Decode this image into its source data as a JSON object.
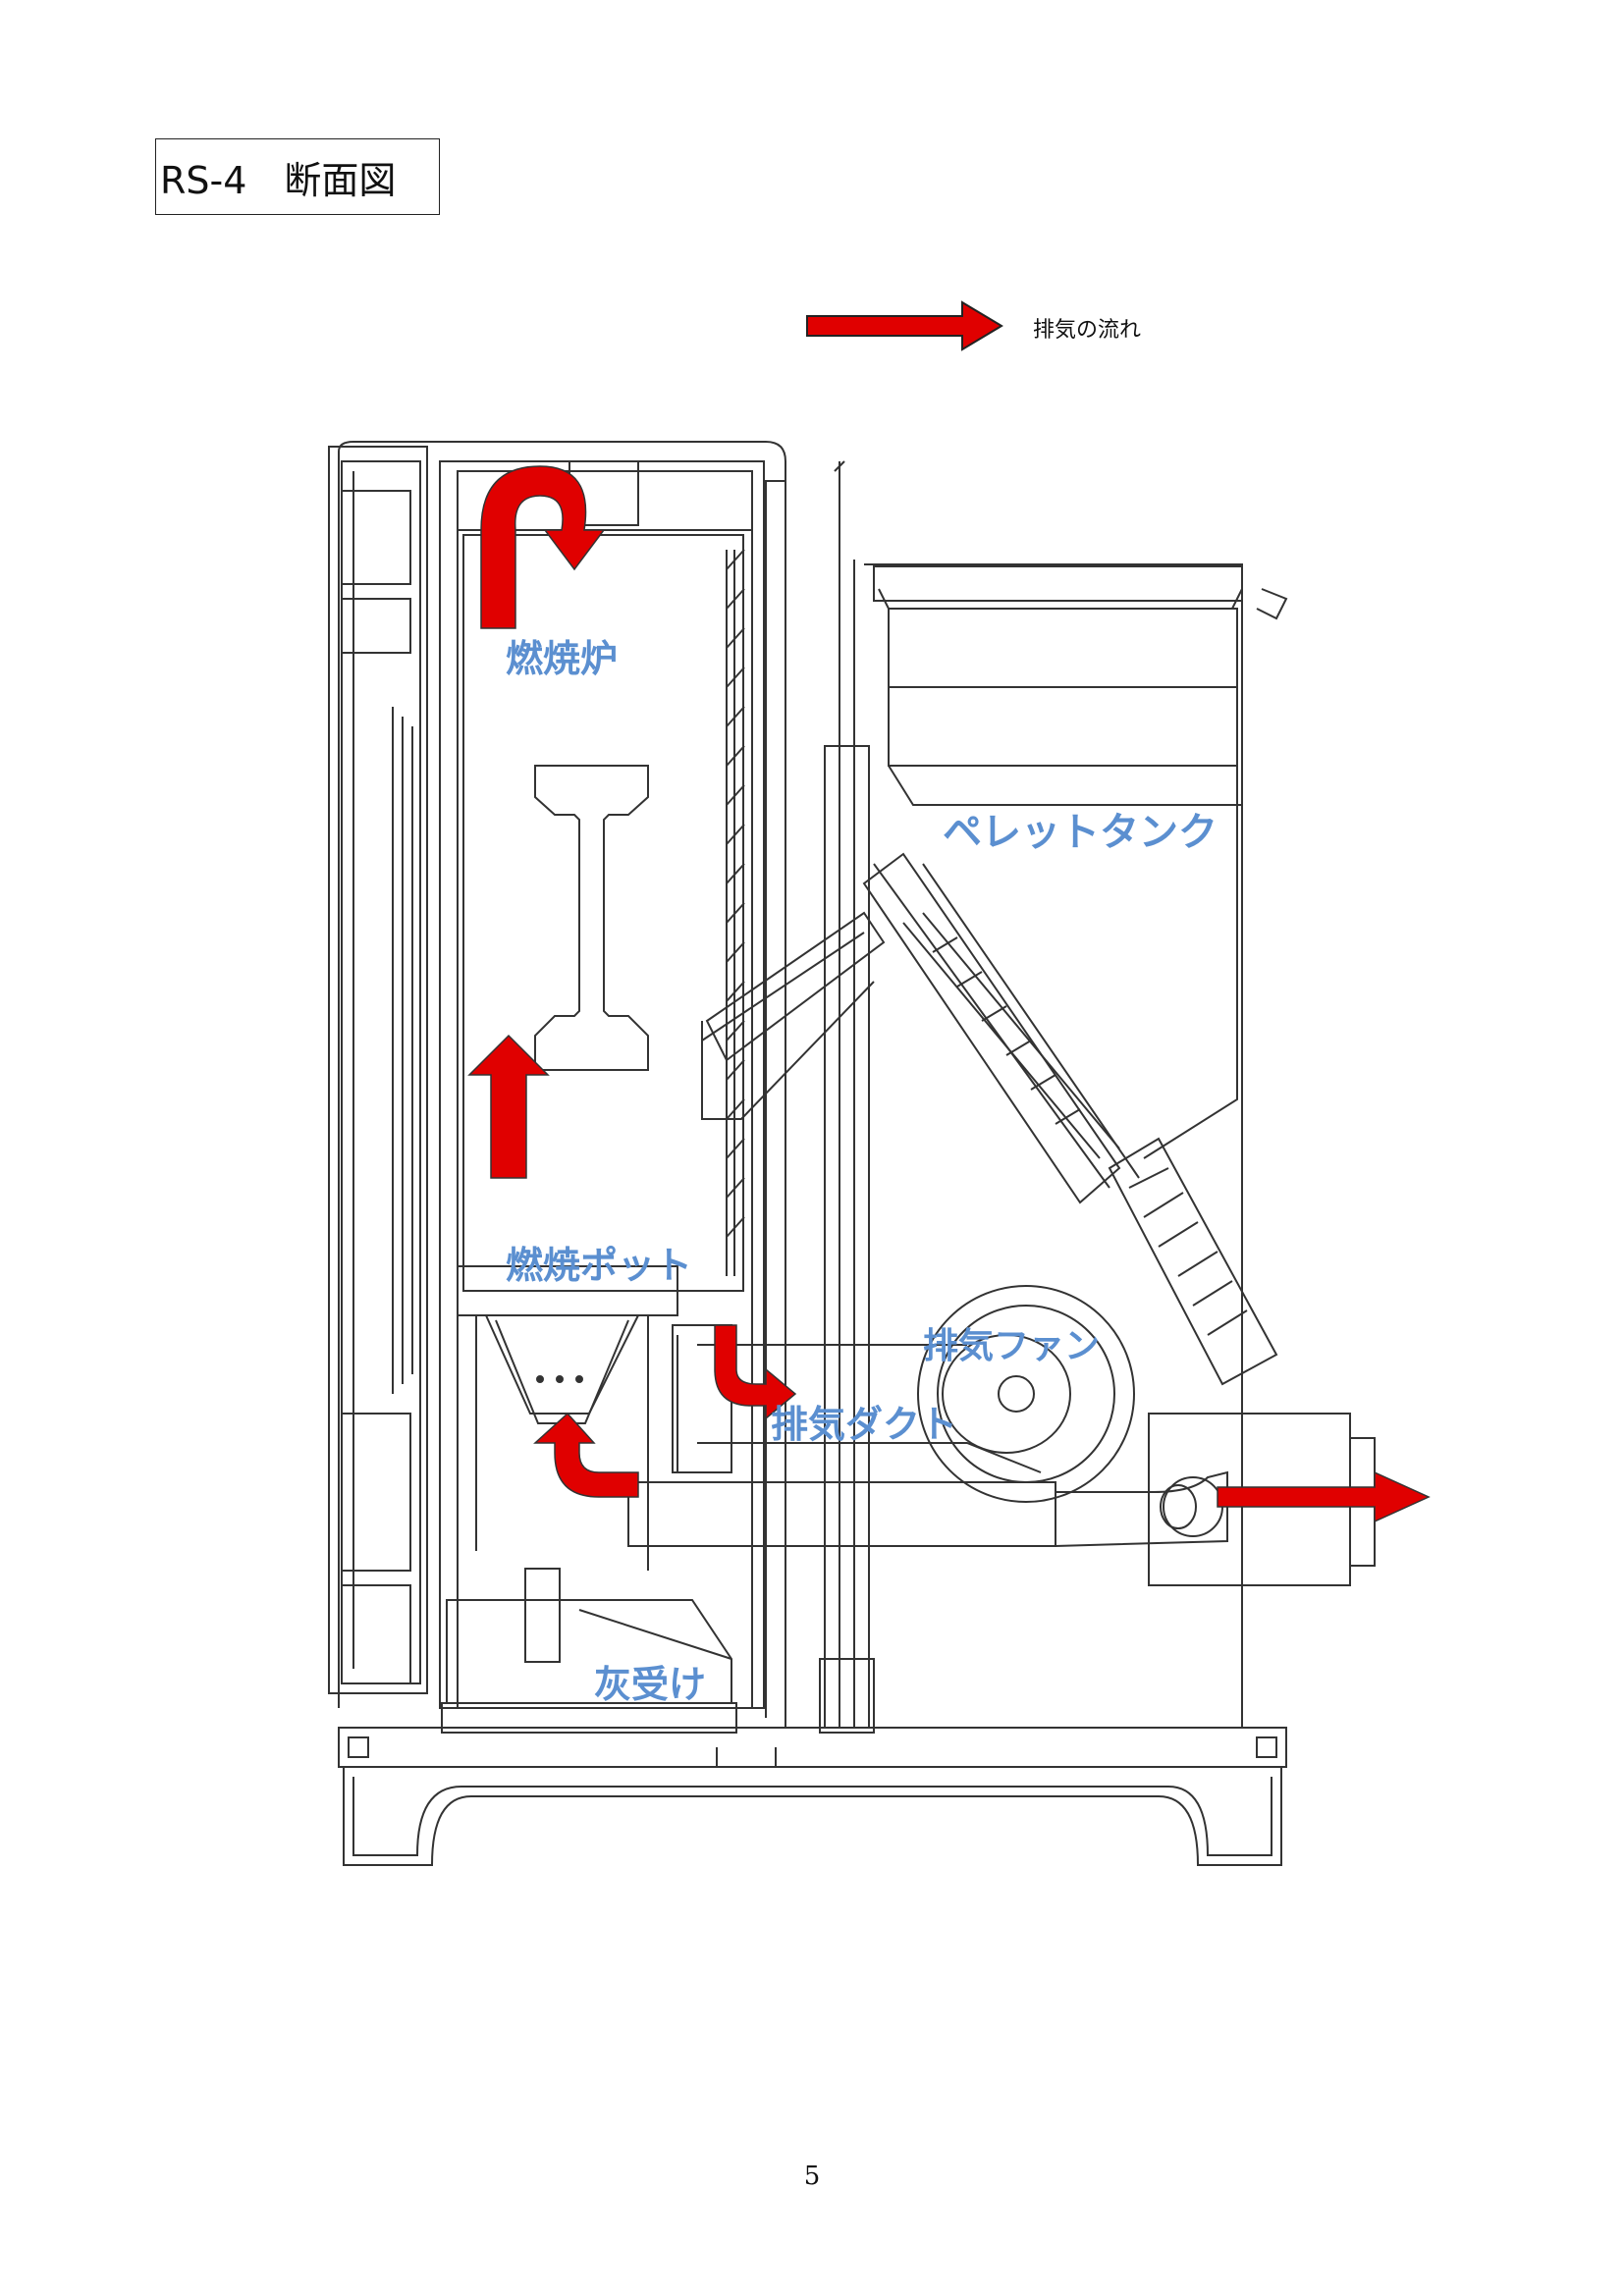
{
  "title": "RS-4　断面図",
  "legend": {
    "label": "排気の流れ",
    "arrow_color": "#e00000"
  },
  "labels": {
    "combustion_furnace": "燃焼炉",
    "pellet_tank": "ペレットタンク",
    "combustion_pot": "燃焼ポット",
    "exhaust_fan": "排気ファン",
    "exhaust_duct": "排気ダクト",
    "ash_tray": "灰受け"
  },
  "label_color": "#5b8fd0",
  "page_number": "5"
}
